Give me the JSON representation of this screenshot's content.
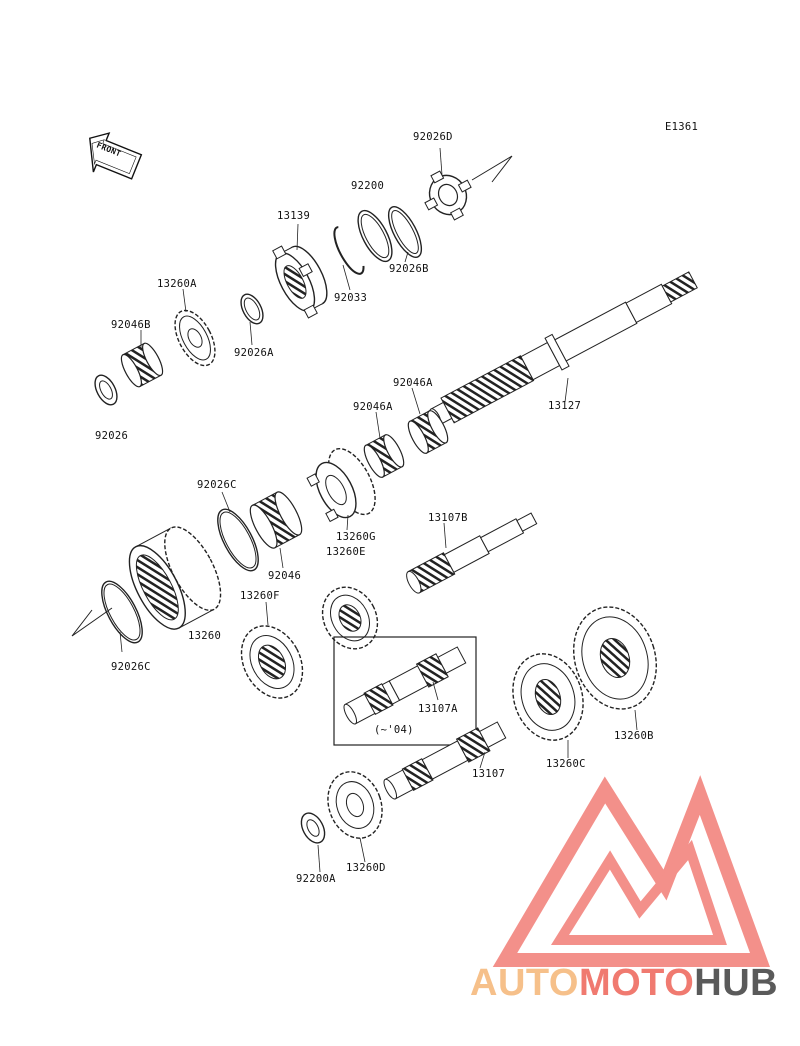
{
  "diagram_code": "E1361",
  "front_label": "FRONT",
  "parts": {
    "p92026D": "92026D",
    "p92200": "92200",
    "p13139": "13139",
    "p92033": "92033",
    "p92026B": "92026B",
    "p13260A": "13260A",
    "p92046B": "92046B",
    "p92026A_top": "92026A",
    "p92026": "92026",
    "p13127": "13127",
    "p92046A_1": "92046A",
    "p92046A_2": "92046A",
    "p92026C_top": "92026C",
    "p13260G": "13260G",
    "p13260E": "13260E",
    "p13107B": "13107B",
    "p92046": "92046",
    "p13260F": "13260F",
    "p13260": "13260",
    "p92026C_bottom": "92026C",
    "p13107A": "13107A",
    "p04": "(~'04)",
    "p13107": "13107",
    "p13260C": "13260C",
    "p13260B": "13260B",
    "p92200A": "92200A",
    "p13260D": "13260D"
  },
  "watermark": {
    "auto": "AUTO",
    "moto": "MOTO",
    "hub": "HUB",
    "color_auto": "#f6c08a",
    "color_moto": "#f07a70",
    "color_hub": "#5a5a5a",
    "logo_color": "#ef6b63"
  }
}
